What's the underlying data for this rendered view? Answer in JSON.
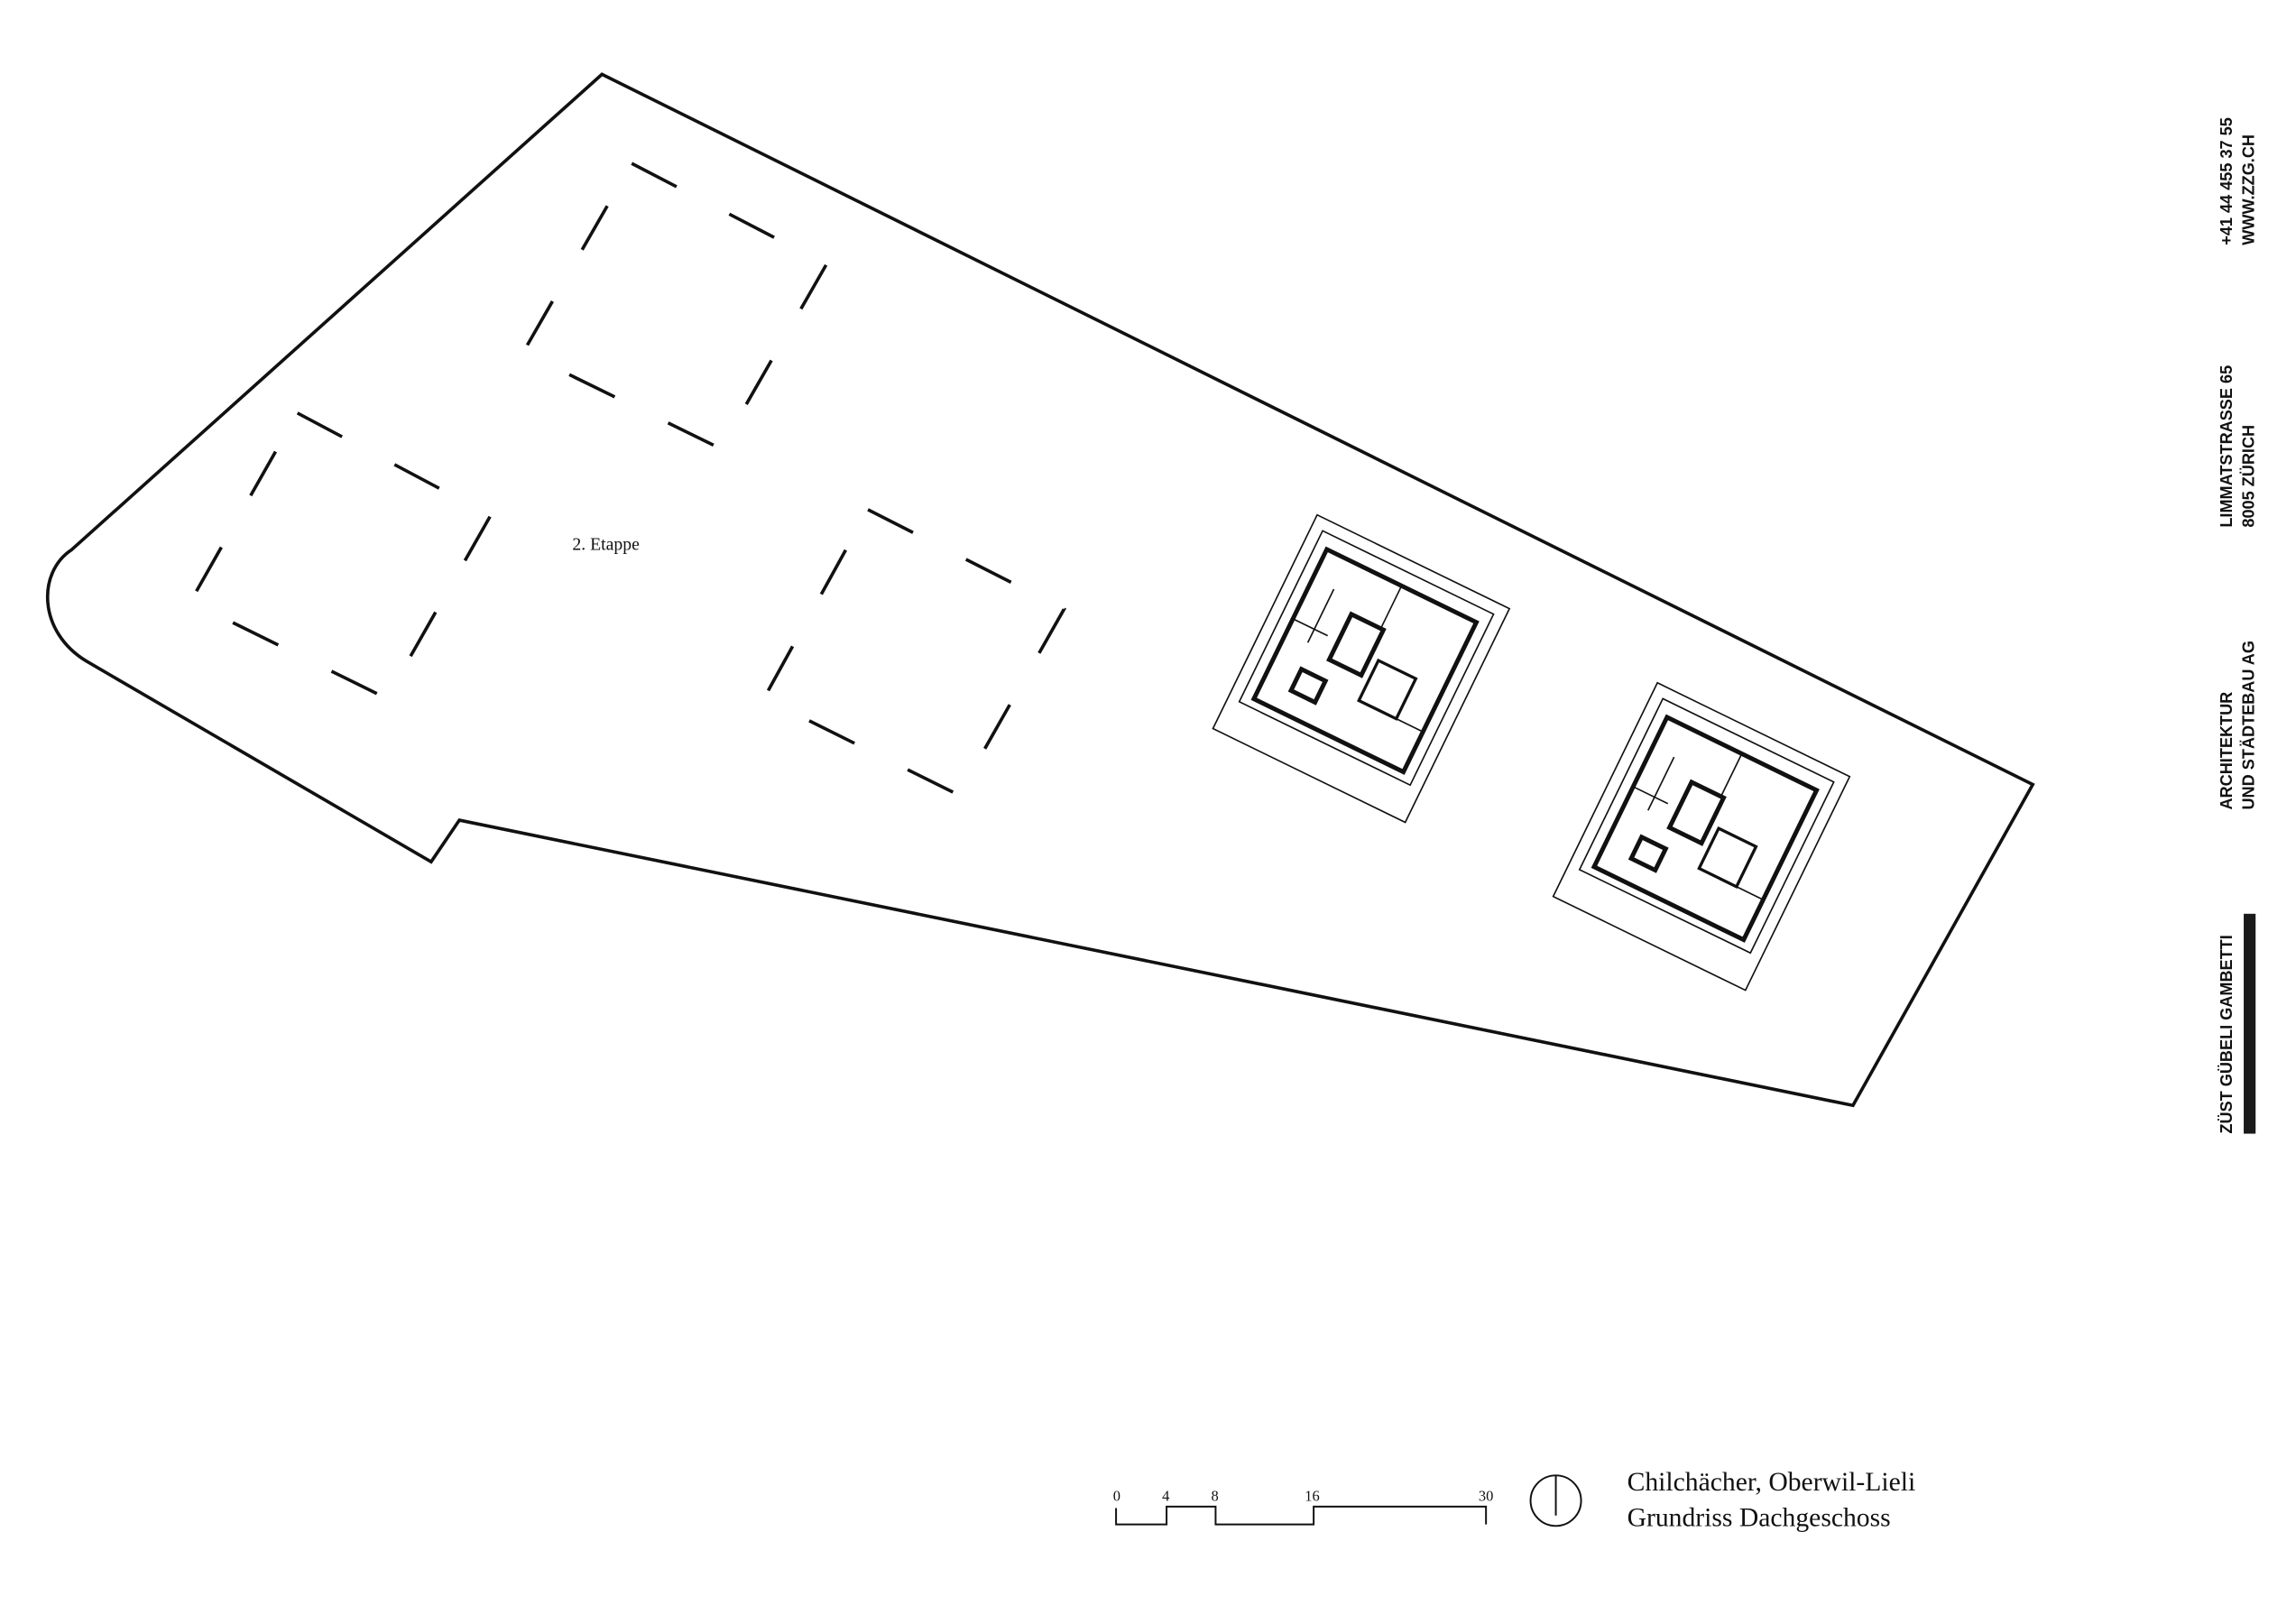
{
  "plan": {
    "label_stage": "2. Etappe",
    "title_line1": "Chilchächer, Oberwil-Lieli",
    "title_line2": "Grundriss Dachgeschoss"
  },
  "scale_bar": {
    "ticks": [
      "0",
      "4",
      "8",
      "16",
      "30"
    ]
  },
  "office": {
    "name": "ZÜST GÜBELI GAMBETTI",
    "line1a": "ARCHITEKTUR",
    "line1b": "UND STÄDTEBAU AG",
    "line2a": "LIMMATSTRASSE 65",
    "line2b": "8005 ZÜRICH",
    "line3a": "+41 44 455 37 55",
    "line3b": "WWW.ZZG.CH"
  },
  "colors": {
    "ink": "#111111",
    "bar": "#1a1a1a"
  }
}
